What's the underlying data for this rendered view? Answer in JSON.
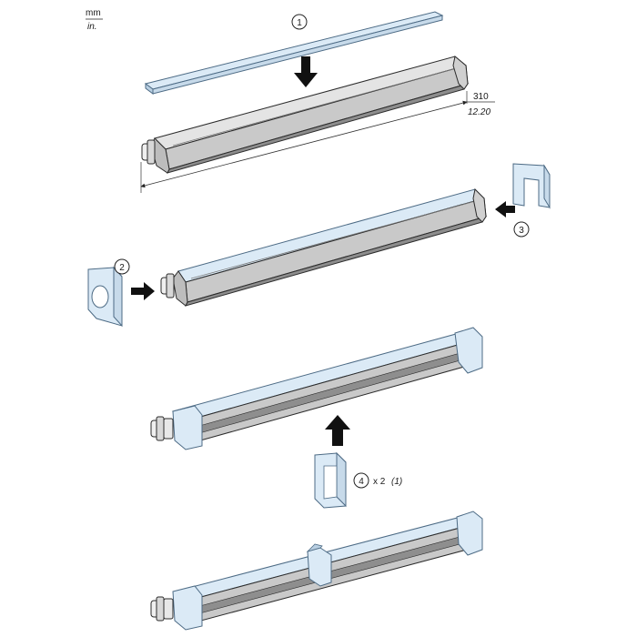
{
  "units": {
    "primary": "mm",
    "secondary": "in."
  },
  "dimension": {
    "mm": "310",
    "in": "12.20"
  },
  "steps": [
    {
      "number": "1"
    },
    {
      "number": "2"
    },
    {
      "number": "3"
    },
    {
      "number": "4",
      "quantity": "x 2",
      "note": "(1)"
    }
  ],
  "colors": {
    "cover": "#dbeaf6",
    "cover_edge": "#4d6b85",
    "body": "#d6d6d6",
    "body_dark": "#9a9a9a",
    "body_edge": "#2b2b2b",
    "arrow": "#111111"
  }
}
